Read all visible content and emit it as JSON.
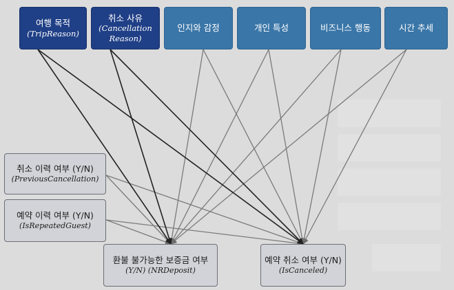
{
  "nodes": {
    "trip": {
      "label": "여행 목적",
      "sub": "(TripReason)"
    },
    "cancel": {
      "label": "취소 사유",
      "sub": "(Cancellation Reason)"
    },
    "cog": {
      "label": "인지와 감정"
    },
    "pers": {
      "label": "개인 특성"
    },
    "biz": {
      "label": "비즈니스 행동"
    },
    "time": {
      "label": "시간 추세"
    },
    "prev": {
      "label": "취소 이력 여부 (Y/N)",
      "sub": "(PreviousCancellation)"
    },
    "repeat": {
      "label": "예약 이력 여부 (Y/N)",
      "sub": "(IsRepeatedGuest)"
    },
    "nrd": {
      "label": "환불 불가능한 보증금 여부",
      "sub": "(Y/N) (NRDeposit)"
    },
    "canc": {
      "label": "예약 취소 여부 (Y/N)",
      "sub": "(IsCanceled)"
    }
  },
  "colors": {
    "dark_box": "#1f3f86",
    "mid_box": "#3a76a8",
    "light_box": "#d2d3d8",
    "dark_edge": "#222222",
    "mid_edge": "#7a7a7a",
    "background": "#dcdcdc"
  },
  "edges": [
    {
      "from": "trip",
      "to": "nrd",
      "style": "dark"
    },
    {
      "from": "trip",
      "to": "canc",
      "style": "dark"
    },
    {
      "from": "cancel",
      "to": "nrd",
      "style": "dark"
    },
    {
      "from": "cancel",
      "to": "canc",
      "style": "dark"
    },
    {
      "from": "cog",
      "to": "nrd",
      "style": "mid"
    },
    {
      "from": "cog",
      "to": "canc",
      "style": "mid"
    },
    {
      "from": "pers",
      "to": "nrd",
      "style": "mid"
    },
    {
      "from": "pers",
      "to": "canc",
      "style": "mid"
    },
    {
      "from": "biz",
      "to": "nrd",
      "style": "mid"
    },
    {
      "from": "biz",
      "to": "canc",
      "style": "mid"
    },
    {
      "from": "time",
      "to": "nrd",
      "style": "mid"
    },
    {
      "from": "time",
      "to": "canc",
      "style": "mid"
    },
    {
      "from": "prev",
      "to": "nrd",
      "style": "mid"
    },
    {
      "from": "prev",
      "to": "canc",
      "style": "mid"
    },
    {
      "from": "repeat",
      "to": "nrd",
      "style": "mid"
    },
    {
      "from": "repeat",
      "to": "canc",
      "style": "mid"
    }
  ]
}
